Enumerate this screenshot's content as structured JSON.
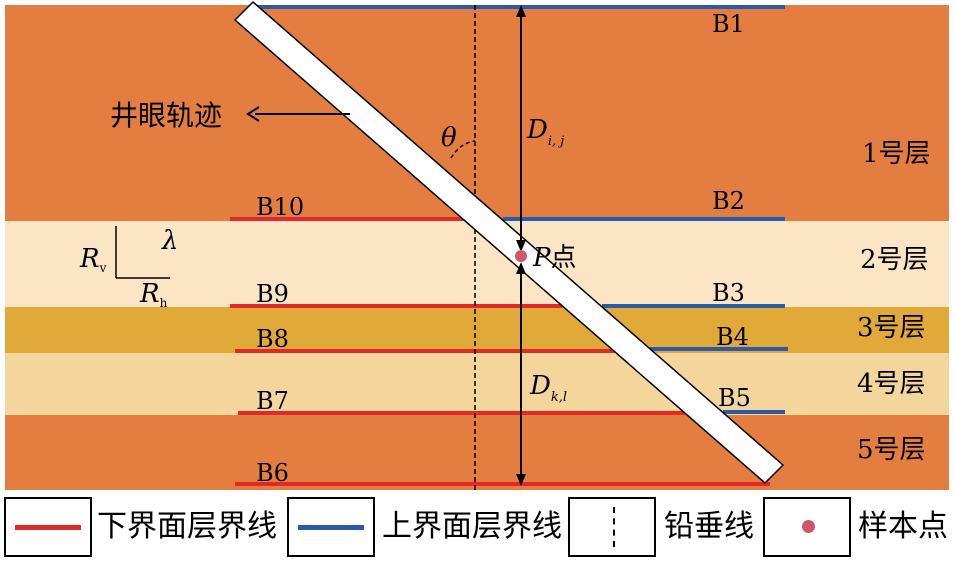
{
  "colors": {
    "layer_1": "#E47E40",
    "layer_2": "#FBE5C5",
    "layer_3": "#E1A938",
    "layer_4": "#F4D69D",
    "layer_5": "#E47E40",
    "lower_boundary": "#E1292A",
    "upper_boundary": "#2A5BA8",
    "sample_point": "#D2566A",
    "wellbore_fill": "#FFFFFF"
  },
  "layers": [
    {
      "id": "1",
      "label": "1号层"
    },
    {
      "id": "2",
      "label": "2号层"
    },
    {
      "id": "3",
      "label": "3号层"
    },
    {
      "id": "4",
      "label": "4号层"
    },
    {
      "id": "5",
      "label": "5号层"
    }
  ],
  "boundaries": {
    "upper": [
      "B1",
      "B2",
      "B3",
      "B4",
      "B5"
    ],
    "lower": [
      "B10",
      "B9",
      "B8",
      "B7",
      "B6"
    ]
  },
  "annotations": {
    "wellbore_label": "井眼轨迹",
    "theta": "θ",
    "d_ij_main": "D",
    "d_ij_sub": "i, j",
    "d_kl_main": "D",
    "d_kl_sub": "k,l",
    "p_italic": "P",
    "p_suffix": "点",
    "rv_main": "R",
    "rv_sub": "v",
    "rh_main": "R",
    "rh_sub": "h",
    "lambda": "λ"
  },
  "legend": {
    "lower_boundary": "下界面层界线",
    "upper_boundary": "上界面层界线",
    "vertical_line": "铅垂线",
    "sample_point": "样本点"
  }
}
